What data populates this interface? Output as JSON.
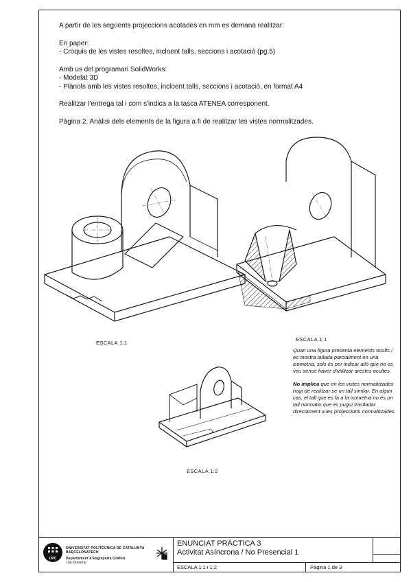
{
  "intro": {
    "line1": "A partir de les següents projeccions acotades en mm es demana realitzar:",
    "paper_head": "En paper:",
    "paper_item": "- Croquis de les vistes resoltes, incloent talls, seccions i acotació (pg.5)",
    "sw_head": "Amb us del programari SolidWorks:",
    "sw_item1": "- Modelat 3D",
    "sw_item2": "- Plànols amb les vistes resoltes, incloent talls, seccions i acotació, en format A4",
    "delivery": "Realitzar l'entrega tal i com s'indica a la tasca ATENEA corresponent.",
    "page_note": "Pàgina 2. Anàlisi dels elements de la figura a fi de realitzar les vistes normalitzades."
  },
  "figures": {
    "scale1_left": "ESCALA 1:1",
    "scale1_right": "ESCALA 1:1",
    "scale2": "ESCALA 1:2"
  },
  "note": {
    "para1": "Quan una figura presenta elements ocults i es mostra tallada parcialment en una isometria, sols és per indicar allò que no es veu sense haver d'utilitzar arestes ocultes.",
    "para2_bold": "No implica",
    "para2_rest": " que en les vistes normalitzades hagi de realitzar-se un tall similar. En algun cas, el tall que es fa a la isometria no és un tall normatiu que es pugui traslladar directament a les projeccions normalitzades."
  },
  "titleblock": {
    "university": "UNIVERSITAT POLITÈCNICA DE CATALUNYA",
    "barcelonatech": "BARCELONATECH",
    "department": "Departament d'Enginyeria Gràfica",
    "department2": "i de Disseny",
    "upc": "UPC",
    "title": "ENUNCIAT PRÀCTICA 3",
    "subtitle": "Activitat Asíncrona / No Presencial 1",
    "scale": "ESCALA 1:1 i 1:2",
    "page": "Pàgina 1 de 3"
  }
}
